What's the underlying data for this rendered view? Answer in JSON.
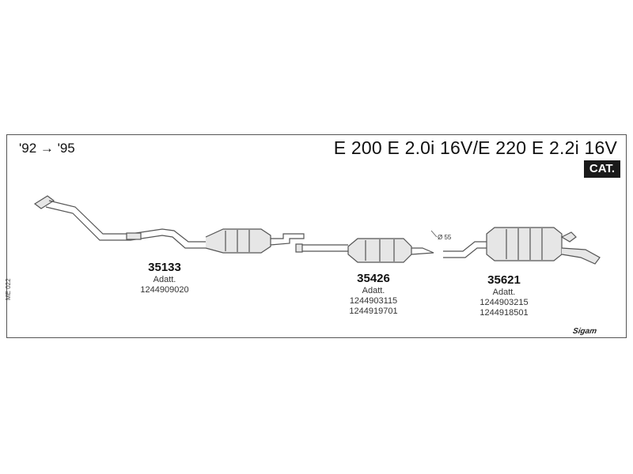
{
  "header": {
    "years": "'92 → '95",
    "model": "E 200 E 2.0i 16V/E 220 E 2.2i 16V",
    "cat_badge": "CAT."
  },
  "parts": [
    {
      "code": "35133",
      "label": "Adatt.",
      "refs": [
        "1244909020"
      ]
    },
    {
      "code": "35426",
      "label": "Adatt.",
      "refs": [
        "1244903115",
        "1244919701"
      ]
    },
    {
      "code": "35621",
      "label": "Adatt.",
      "refs": [
        "1244903215",
        "1244918501"
      ]
    }
  ],
  "annotations": {
    "diameter": "Ø 55",
    "side_ref": "ME 022",
    "logo": "Sigam"
  },
  "colors": {
    "line": "#555555",
    "fill": "#e6e6e6",
    "badge": "#1a1a1a"
  }
}
